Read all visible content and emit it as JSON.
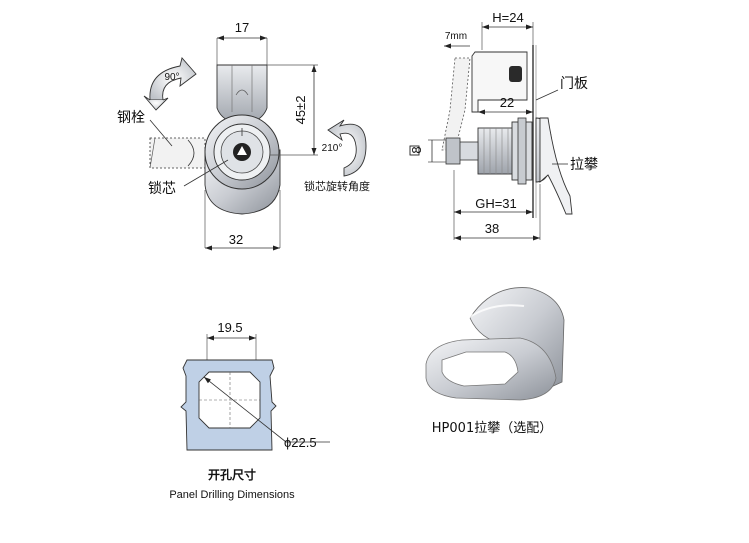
{
  "front_view": {
    "dim_top": "17",
    "dim_height": "45±2",
    "dim_bottom": "32",
    "rotation_left": "90°",
    "rotation_right": "210°",
    "label_bolt": "钢栓",
    "label_core": "锁芯",
    "label_core_rotation": "锁芯旋转角度"
  },
  "side_view": {
    "dim_h": "H=24",
    "dim_throw": "7mm",
    "dim_22": "22",
    "dim_square": "8",
    "dim_gh": "GH=31",
    "dim_38": "38",
    "label_door_panel": "门板",
    "label_handle": "拉攀"
  },
  "panel_cutout": {
    "dim_width": "19.5",
    "dim_diameter": "ϕ22.5",
    "title_cn": "开孔尺寸",
    "title_en": "Panel Drilling Dimensions"
  },
  "accessory": {
    "caption": "HP001拉攀（选配）"
  }
}
